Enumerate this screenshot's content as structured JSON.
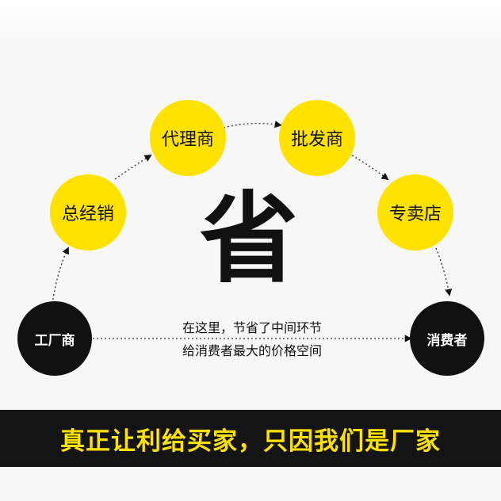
{
  "nodes": {
    "factory": "工厂商",
    "general_distributor": "总经销",
    "agent": "代理商",
    "wholesaler": "批发商",
    "specialty_store": "专卖店",
    "consumer": "消费者"
  },
  "center_char": "省",
  "caption": {
    "line1": "在这里，节省了中间环节",
    "line2": "给消费者最大的价格空间"
  },
  "banner": "真正让利给买家，只因我们是厂家",
  "colors": {
    "accent_yellow": "#ffe200",
    "dark": "#111111",
    "background": "#f7f7f7"
  }
}
